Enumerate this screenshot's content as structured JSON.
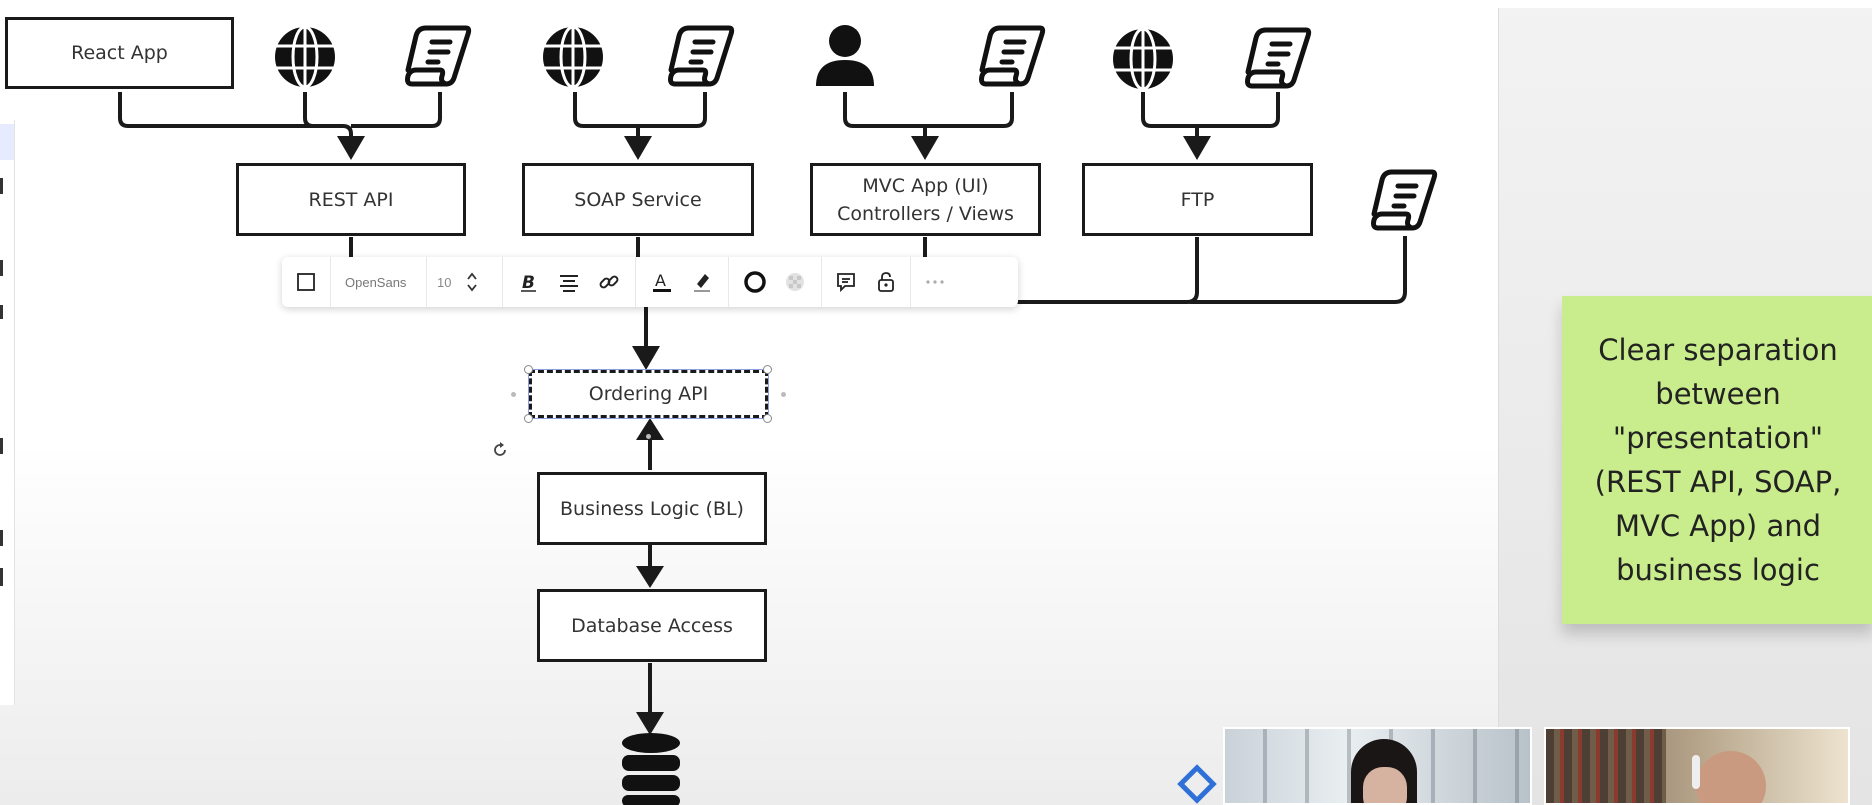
{
  "diagram": {
    "top_nodes": {
      "react_app": "React App",
      "rest_api": "REST API",
      "soap_service": "SOAP Service",
      "mvc_app_line1": "MVC App (UI)",
      "mvc_app_line2": "Controllers / Views",
      "ftp": "FTP"
    },
    "ordering_api": "Ordering API",
    "business_logic": "Business Logic (BL)",
    "database_access": "Database Access"
  },
  "toolbar": {
    "font_family": "OpenSans",
    "font_size": "10",
    "icons": [
      "shape-icon",
      "bold-icon",
      "align-center-icon",
      "link-icon",
      "text-color-icon",
      "highlight-icon",
      "border-icon",
      "fill-icon",
      "comment-icon",
      "lock-icon",
      "more-icon"
    ]
  },
  "sticky_note": {
    "text": "Clear separation between \"presentation\" (REST API, SOAP, MVC App) and business logic",
    "color": "#c9ec8c"
  },
  "colors": {
    "stroke": "#1a1a1a",
    "selection_outline": "#8aa0e0",
    "accent_blue": "#2f6fd8"
  }
}
